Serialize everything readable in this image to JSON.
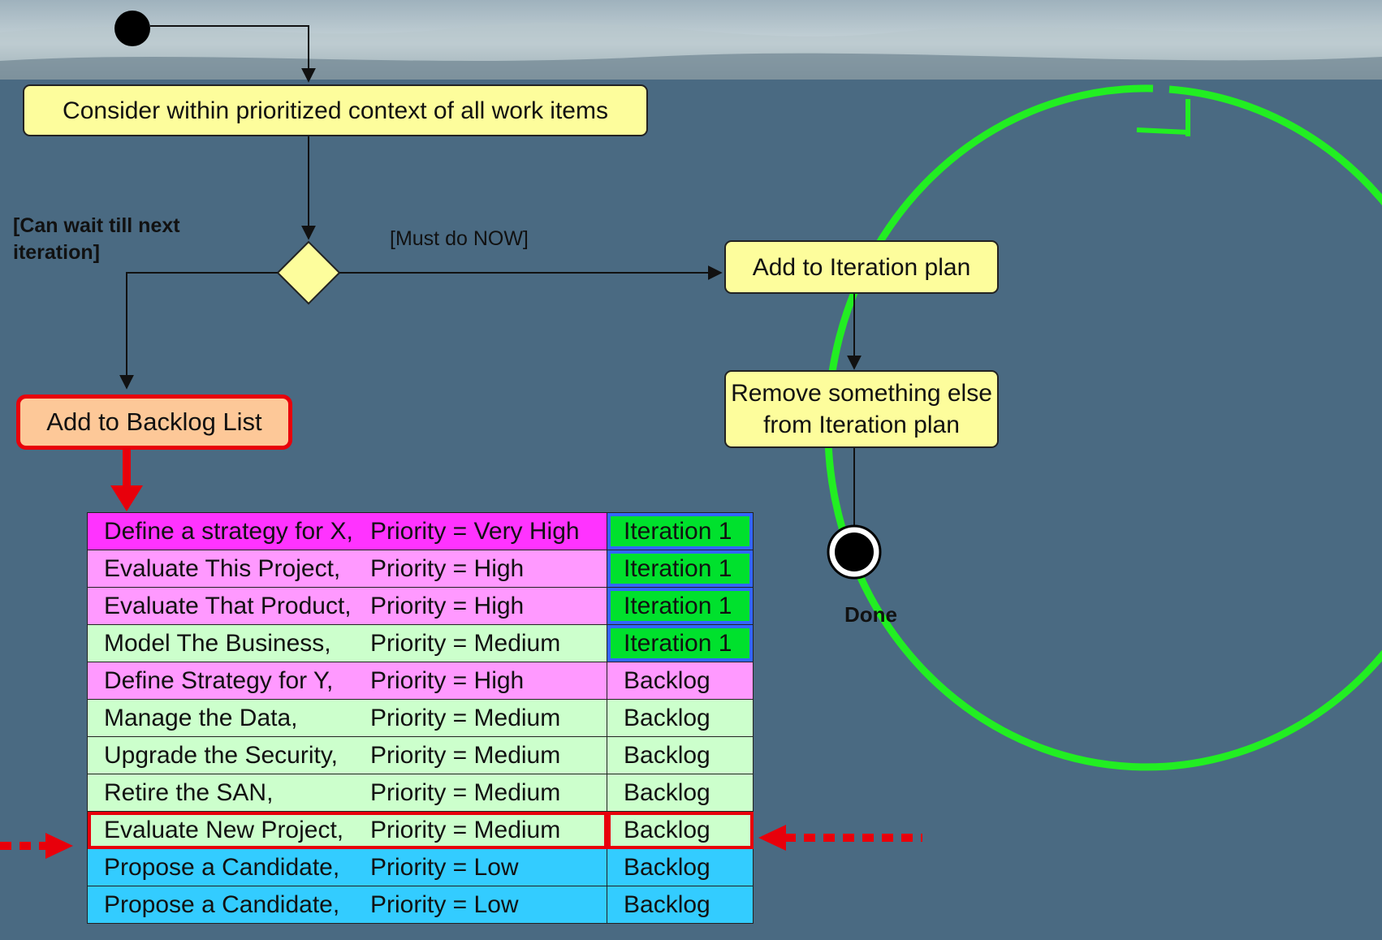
{
  "nodes": {
    "consider": "Consider within prioritized context of all work items",
    "add_iteration": "Add to Iteration plan",
    "remove_something": "Remove something else from Iteration plan",
    "add_backlog": "Add to Backlog List",
    "done": "Done"
  },
  "guards": {
    "can_wait": "[Can wait till next iteration]",
    "must_do": "[Must do NOW]"
  },
  "backlog": [
    {
      "task": "Define a strategy for X,",
      "priority": "Priority = Very High",
      "status": "Iteration 1",
      "priority_level": "very-high"
    },
    {
      "task": "Evaluate This Project,",
      "priority": "Priority = High",
      "status": "Iteration 1",
      "priority_level": "high"
    },
    {
      "task": "Evaluate That Product,",
      "priority": "Priority = High",
      "status": "Iteration 1",
      "priority_level": "high"
    },
    {
      "task": "Model The Business,",
      "priority": "Priority = Medium",
      "status": "Iteration 1",
      "priority_level": "medium"
    },
    {
      "task": "Define Strategy for Y,",
      "priority": "Priority = High",
      "status": "Backlog",
      "priority_level": "high"
    },
    {
      "task": "Manage the Data,",
      "priority": "Priority = Medium",
      "status": "Backlog",
      "priority_level": "medium"
    },
    {
      "task": "Upgrade the Security,",
      "priority": "Priority = Medium",
      "status": "Backlog",
      "priority_level": "medium"
    },
    {
      "task": "Retire the SAN,",
      "priority": "Priority = Medium",
      "status": "Backlog",
      "priority_level": "medium"
    },
    {
      "task": "Evaluate New Project,",
      "priority": "Priority = Medium",
      "status": "Backlog",
      "priority_level": "medium",
      "highlighted": true
    },
    {
      "task": "Propose a Candidate,",
      "priority": "Priority = Low",
      "status": "Backlog",
      "priority_level": "low"
    },
    {
      "task": "Propose a Candidate,",
      "priority": "Priority = Low",
      "status": "Backlog",
      "priority_level": "low"
    }
  ],
  "colors": {
    "background": "#4a6a82",
    "action_fill": "#fdfd9c",
    "backlog_action_fill": "#fdc898",
    "highlight_red": "#e8000b",
    "iteration_cycle": "#22ee22",
    "priority_very_high": "#ff33ff",
    "priority_high": "#ff99ff",
    "priority_medium": "#ccffcc",
    "priority_low": "#33ccff",
    "iteration_cell": "#00e12d",
    "iteration_cell_border": "#3366ff"
  }
}
